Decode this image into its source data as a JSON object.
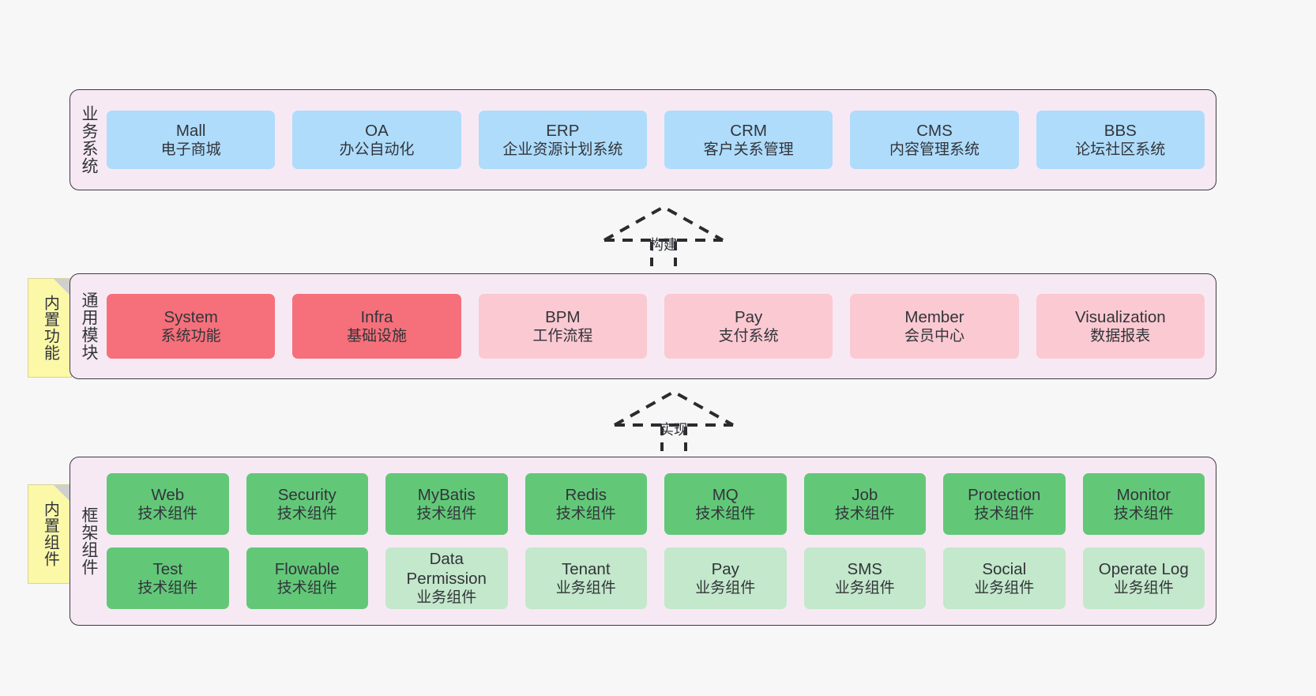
{
  "diagram": {
    "background_color": "#f7f7f7",
    "panel_color": "#f7e9f4",
    "panel_border_color": "#3b3b42"
  },
  "layers": [
    {
      "id": "business-system",
      "title": "业务系统",
      "accent": "#afdcfb",
      "rows": [
        {
          "cards": [
            {
              "name": "Mall",
              "desc": "电子商城"
            },
            {
              "name": "OA",
              "desc": "办公自动化"
            },
            {
              "name": "ERP",
              "desc": "企业资源计划系统"
            },
            {
              "name": "CRM",
              "desc": "客户关系管理"
            },
            {
              "name": "CMS",
              "desc": "内容管理系统"
            },
            {
              "name": "BBS",
              "desc": "论坛社区系统"
            }
          ]
        }
      ]
    },
    {
      "id": "common-module",
      "title": "通用模块",
      "accent": "#f5707a",
      "note": "内置功能",
      "rows": [
        {
          "cards": [
            {
              "name": "System",
              "desc": "系统功能",
              "style": "red"
            },
            {
              "name": "Infra",
              "desc": "基础设施",
              "style": "red"
            },
            {
              "name": "BPM",
              "desc": "工作流程",
              "style": "pink"
            },
            {
              "name": "Pay",
              "desc": "支付系统",
              "style": "pink"
            },
            {
              "name": "Member",
              "desc": "会员中心",
              "style": "pink"
            },
            {
              "name": "Visualization",
              "desc": "数据报表",
              "style": "pink"
            }
          ]
        }
      ]
    },
    {
      "id": "framework-component",
      "title": "框架组件",
      "accent": "#62c878",
      "note": "内置组件",
      "rows": [
        {
          "cards": [
            {
              "name": "Web",
              "desc": "技术组件",
              "style": "green"
            },
            {
              "name": "Security",
              "desc": "技术组件",
              "style": "green"
            },
            {
              "name": "MyBatis",
              "desc": "技术组件",
              "style": "green"
            },
            {
              "name": "Redis",
              "desc": "技术组件",
              "style": "green"
            },
            {
              "name": "MQ",
              "desc": "技术组件",
              "style": "green"
            },
            {
              "name": "Job",
              "desc": "技术组件",
              "style": "green"
            },
            {
              "name": "Protection",
              "desc": "技术组件",
              "style": "green"
            },
            {
              "name": "Monitor",
              "desc": "技术组件",
              "style": "green"
            }
          ]
        },
        {
          "cards": [
            {
              "name": "Test",
              "desc": "技术组件",
              "style": "green"
            },
            {
              "name": "Flowable",
              "desc": "技术组件",
              "style": "green"
            },
            {
              "name": "Data Permission",
              "desc": "业务组件",
              "style": "lgreen"
            },
            {
              "name": "Tenant",
              "desc": "业务组件",
              "style": "lgreen"
            },
            {
              "name": "Pay",
              "desc": "业务组件",
              "style": "lgreen"
            },
            {
              "name": "SMS",
              "desc": "业务组件",
              "style": "lgreen"
            },
            {
              "name": "Social",
              "desc": "业务组件",
              "style": "lgreen"
            },
            {
              "name": "Operate Log",
              "desc": "业务组件",
              "style": "lgreen"
            }
          ]
        }
      ]
    }
  ],
  "connectors": [
    {
      "id": "build",
      "label": "构建",
      "from": "common-module",
      "to": "business-system"
    },
    {
      "id": "implement",
      "label": "实现",
      "from": "framework-component",
      "to": "common-module"
    }
  ]
}
